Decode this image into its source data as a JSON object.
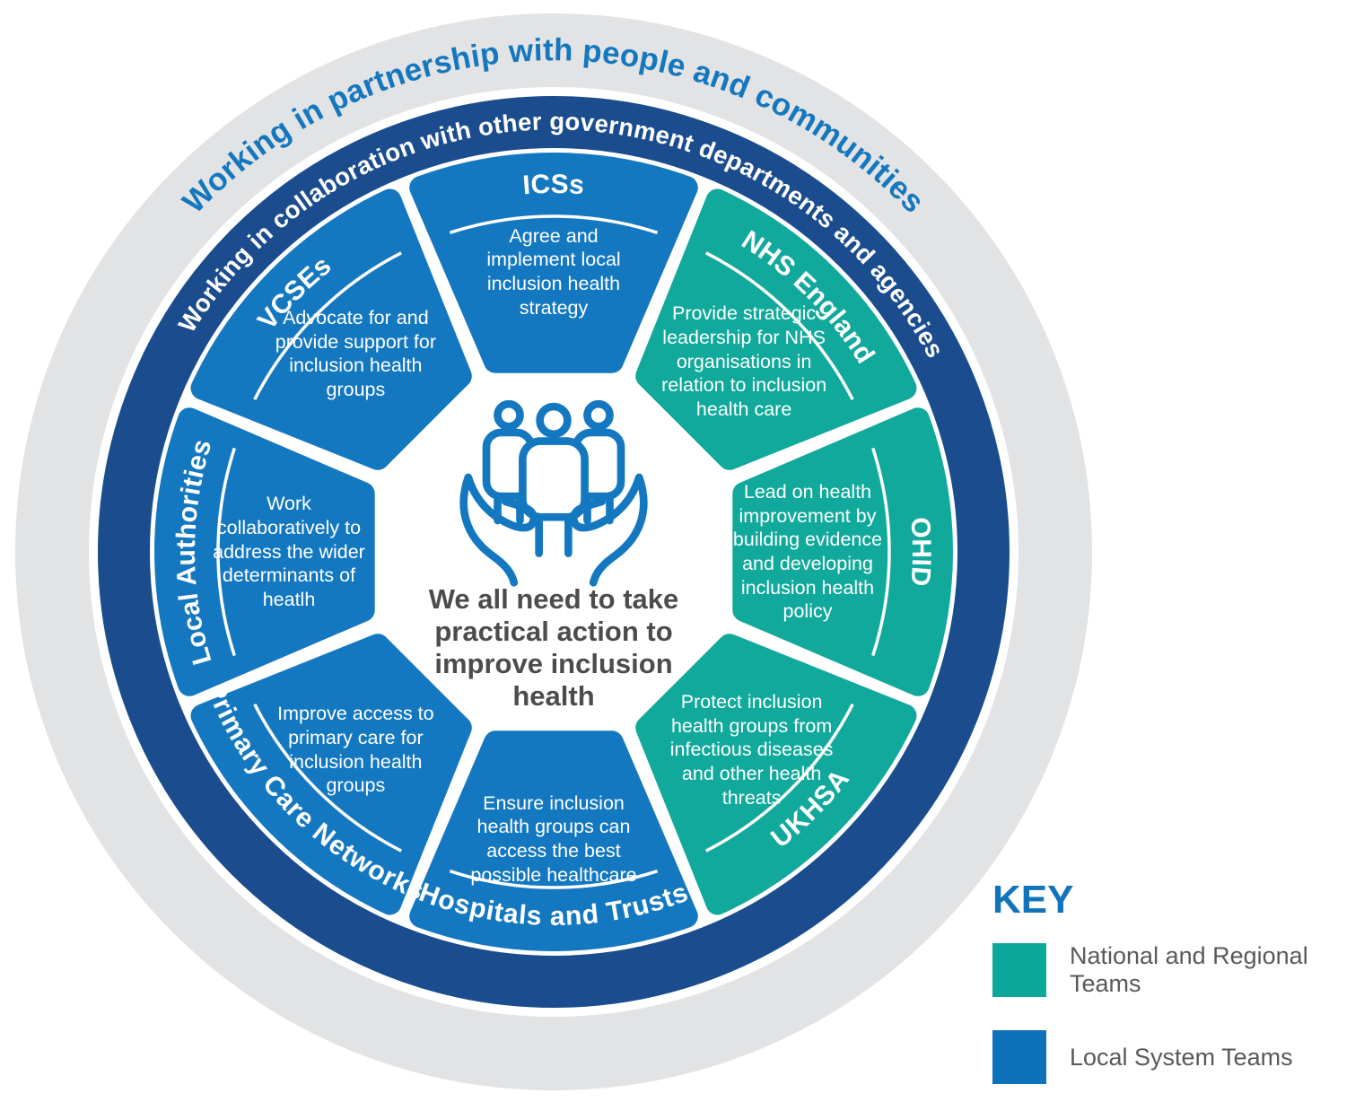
{
  "rings": {
    "outer_text": "Working in partnership with people and communities",
    "inner_text": "Working in collaboration with other government departments and agencies"
  },
  "center": {
    "icon": "people-in-hands-icon",
    "message": "We all need to take practical action to improve inclusion health"
  },
  "segments": [
    {
      "id": "icss",
      "label": "ICSs",
      "team": "local",
      "description": "Agree and implement local inclusion health strategy"
    },
    {
      "id": "nhs-england",
      "label": "NHS England",
      "team": "national",
      "description": "Provide strategic leadership for NHS organisations in relation to inclusion health care"
    },
    {
      "id": "ohid",
      "label": "OHID",
      "team": "national",
      "description": "Lead on health improvement by building evidence and developing inclusion health policy"
    },
    {
      "id": "ukhsa",
      "label": "UKHSA",
      "team": "national",
      "description": "Protect inclusion health groups from infectious diseases and other health threats"
    },
    {
      "id": "hospitals-and-trusts",
      "label": "Hospitals and Trusts",
      "team": "local",
      "description": "Ensure inclusion health groups can access the best possible healthcare"
    },
    {
      "id": "primary-care-networks",
      "label": "Primary Care Networks",
      "team": "local",
      "description": "Improve access to primary care for inclusion health groups"
    },
    {
      "id": "local-authorities",
      "label": "Local Authorities",
      "team": "local",
      "description": "Work collaboratively to address the wider determinants of heatlh"
    },
    {
      "id": "vcses",
      "label": "VCSEs",
      "team": "local",
      "description": "Advocate for and provide support for inclusion health groups"
    }
  ],
  "key": {
    "title": "KEY",
    "items": [
      {
        "id": "national",
        "label": "National and Regional Teams",
        "color": "#0CA89A"
      },
      {
        "id": "local",
        "label": "Local System Teams",
        "color": "#0E72BB"
      }
    ]
  },
  "colors": {
    "ring_gray": "#E2E3E4",
    "ring_navy": "#1B4D8E",
    "outer_text_blue": "#1577BE",
    "team_local": "#1478C1",
    "team_national": "#11A99B",
    "segment_text": "#FFFFFF",
    "center_text": "#4C4C4E",
    "key_label_gray": "#58595B",
    "icon_blue": "#1478C1"
  }
}
